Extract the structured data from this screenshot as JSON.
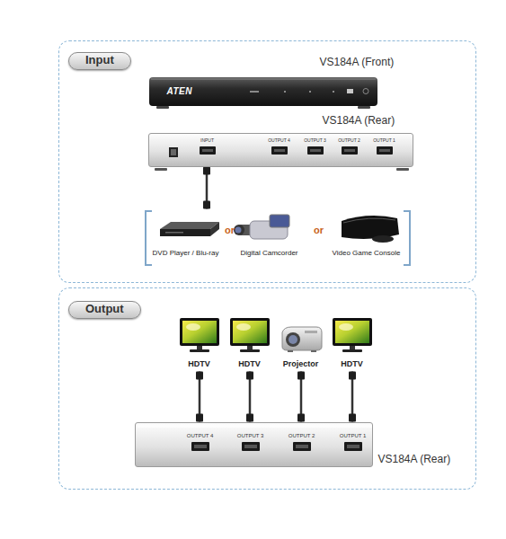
{
  "diagram": {
    "nodes": [
      {
        "text": [
          "Input"
        ]
      },
      {
        "text": [
          "VS184A (Front)",
          "ATEN"
        ],
        "in": 0
      },
      {
        "text": [
          "VS184A (Rear)",
          "INPUT",
          "OUTPUT 4",
          "OUTPUT 3",
          "OUTPUT 2",
          "OUTPUT 1"
        ],
        "in": 0
      },
      {
        "text": [
          "DVD Player / Blu-ray",
          "or",
          "Digital Camcorder",
          "or",
          "Video Game Console"
        ],
        "in": 0
      },
      {
        "text": [
          "Output"
        ]
      },
      {
        "text": [
          "HDTV"
        ],
        "in": 4
      },
      {
        "text": [
          "HDTV"
        ],
        "in": 4
      },
      {
        "text": [
          "Projector"
        ],
        "in": 4
      },
      {
        "text": [
          "HDTV"
        ],
        "in": 4
      },
      {
        "text": [
          "OUTPUT 4",
          "OUTPUT 3",
          "OUTPUT 2",
          "OUTPUT 1",
          "VS184A (Rear)"
        ],
        "in": 4
      }
    ],
    "edges": [
      {
        "from": 2,
        "to": 3,
        "arrow": "none"
      },
      {
        "from": 9,
        "to": 5,
        "arrow": "none"
      },
      {
        "from": 9,
        "to": 6,
        "arrow": "none"
      },
      {
        "from": 9,
        "to": 7,
        "arrow": "none"
      },
      {
        "from": 9,
        "to": 8,
        "arrow": "none"
      }
    ]
  }
}
